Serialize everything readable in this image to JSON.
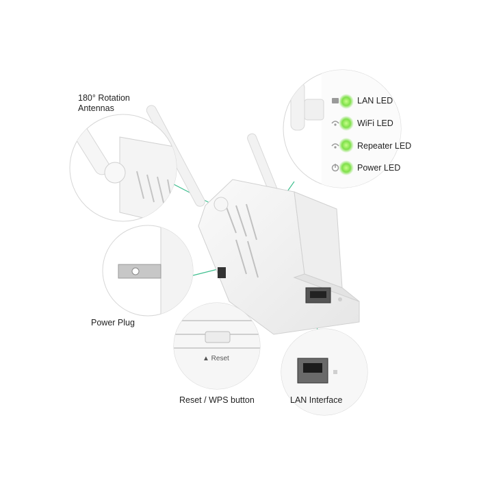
{
  "callouts": {
    "antennas_line1": "180° Rotation",
    "antennas_line2": "Antennas",
    "power_plug": "Power Plug",
    "reset_wps": "Reset / WPS button",
    "lan_interface": "LAN Interface"
  },
  "leds": {
    "lan": "LAN LED",
    "wifi": "WiFi LED",
    "repeater": "Repeater LED",
    "power": "Power LED"
  },
  "reset_button_text": "▲ Reset",
  "colors": {
    "connector_line": "#3fbf8f",
    "led_glow": "#7fe04a",
    "device_body": "#f4f4f4",
    "outline": "#d0d0d0"
  }
}
